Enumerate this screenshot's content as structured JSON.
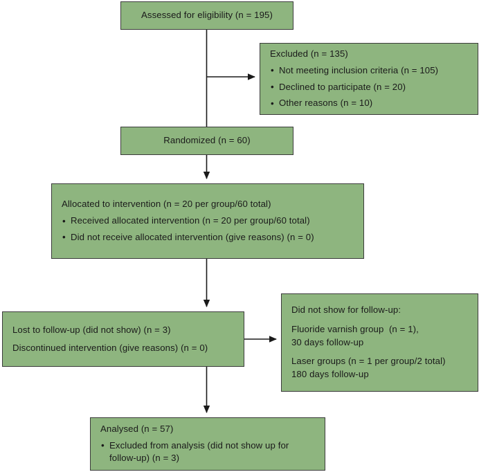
{
  "diagram": {
    "type": "consort-flow-diagram",
    "title": "CONSORT participant flow diagram",
    "colors": {
      "node_fill": "#8eb57f",
      "node_border": "#3b3b3b",
      "text": "#1a1a1a",
      "connector": "#1a1a1a",
      "background": "#ffffff"
    },
    "nodes": {
      "assessed": {
        "name": "Assessed for eligibility",
        "text": "Assessed for eligibility (n = 195)",
        "n": 195
      },
      "excluded": {
        "name": "Excluded",
        "heading": "Excluded (n = 135)",
        "n": 135,
        "reasons": [
          "Not meeting inclusion criteria (n = 105)",
          "Declined to participate (n = 20)",
          "Other reasons (n = 10)"
        ]
      },
      "randomized": {
        "name": "Randomized",
        "text": "Randomized (n = 60)",
        "n": 60
      },
      "allocated": {
        "name": "Allocation",
        "heading": "Allocated to intervention (n = 20 per group/60 total)",
        "items": [
          "Received allocated intervention (n = 20 per group/60 total)",
          "Did not receive allocated intervention (give reasons) (n = 0)"
        ]
      },
      "lost_to_followup": {
        "name": "Follow-up",
        "lines": [
          "Lost to follow-up (did not show) (n = 3)",
          "Discontinued intervention (give reasons) (n = 0)"
        ]
      },
      "did_not_show": {
        "name": "Did not show for follow-up detail",
        "heading": "Did not show for follow-up:",
        "group_1": {
          "line_1": "Fluoride varnish group  (n = 1),",
          "line_2": "30 days follow-up"
        },
        "group_2": {
          "line_1": "Laser groups (n = 1 per group/2 total)",
          "line_2": "180 days follow-up"
        }
      },
      "analysed": {
        "name": "Analysis",
        "heading": "Analysed (n = 57)",
        "n": 57,
        "items": [
          "Excluded from analysis (did not show up for follow-up)  (n = 3)"
        ]
      }
    }
  }
}
